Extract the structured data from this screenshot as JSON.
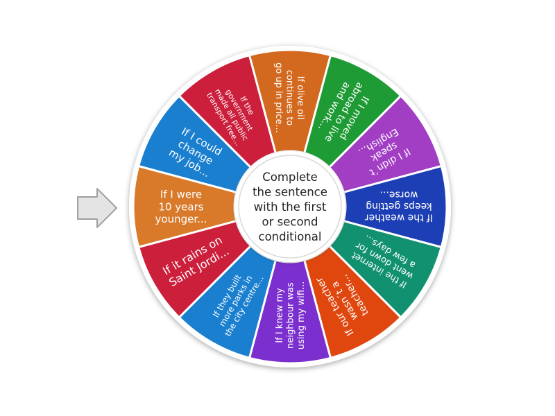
{
  "wheel": {
    "center_text": [
      "Complete",
      "the sentence",
      "with the first",
      "or second",
      "conditional"
    ],
    "pointer_icon": "arrow-right-icon",
    "segments": [
      {
        "lines": [
          "If I were",
          "10 years",
          "younger..."
        ],
        "color": "#d97a2b",
        "size": 15
      },
      {
        "lines": [
          "If I could",
          "change",
          "my job..."
        ],
        "color": "#1a7fcf",
        "size": 15
      },
      {
        "lines": [
          "If the",
          "government",
          "made all public",
          "transport free..."
        ],
        "color": "#cc1f3c",
        "size": 11
      },
      {
        "lines": [
          "If olive oil",
          "continues to",
          "go up in price..."
        ],
        "color": "#d2691e",
        "size": 13
      },
      {
        "lines": [
          "If I moved",
          "abroad to live",
          "and work..."
        ],
        "color": "#1e9b34",
        "size": 14
      },
      {
        "lines": [
          "If I didn´t",
          "speak",
          "English..."
        ],
        "color": "#a23ec4",
        "size": 14
      },
      {
        "lines": [
          "If the weather",
          "keeps getting",
          "worse..."
        ],
        "color": "#1d3fb5",
        "size": 14
      },
      {
        "lines": [
          "If the internet",
          "went down for",
          "a few days..."
        ],
        "color": "#129170",
        "size": 13
      },
      {
        "lines": [
          "If our teacher",
          "wasn´t a",
          "teacher..."
        ],
        "color": "#e0470f",
        "size": 14
      },
      {
        "lines": [
          "If I knew my",
          "neighbour was",
          "using my wifi..."
        ],
        "color": "#7b2fce",
        "size": 13
      },
      {
        "lines": [
          "If they built",
          "more parks in",
          "the city centre..."
        ],
        "color": "#1a7fcf",
        "size": 12
      },
      {
        "lines": [
          "If it rains on",
          "Saint Jordi..."
        ],
        "color": "#cc1f3c",
        "size": 16
      }
    ]
  }
}
